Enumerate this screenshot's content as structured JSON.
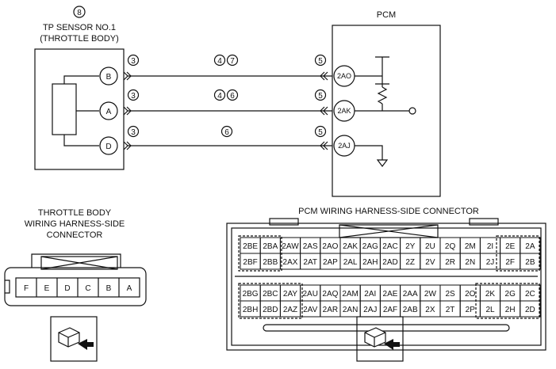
{
  "sensor": {
    "ref_number": "8",
    "title_line1": "TP SENSOR NO.1",
    "title_line2": "(THROTTLE BODY)",
    "pins": [
      "B",
      "A",
      "D"
    ]
  },
  "pcm": {
    "title": "PCM",
    "pins": [
      "2AO",
      "2AK",
      "2AJ"
    ]
  },
  "wires": [
    {
      "left_ref": "3",
      "mid_refs": [
        "4",
        "7"
      ],
      "right_ref": "5"
    },
    {
      "left_ref": "3",
      "mid_refs": [
        "4",
        "6"
      ],
      "right_ref": "5"
    },
    {
      "left_ref": "3",
      "mid_refs": [
        "6"
      ],
      "right_ref": "5"
    }
  ],
  "throttle_connector": {
    "title_lines": [
      "THROTTLE BODY",
      "WIRING HARNESS-SIDE",
      "CONNECTOR"
    ],
    "pins": [
      "F",
      "E",
      "D",
      "C",
      "B",
      "A"
    ]
  },
  "pcm_connector": {
    "title": "PCM WIRING HARNESS-SIDE CONNECTOR",
    "top_rows": [
      [
        "2BE",
        "2BA",
        "2AW",
        "2AS",
        "2AO",
        "2AK",
        "2AG",
        "2AC",
        "2Y",
        "2U",
        "2Q",
        "2M",
        "2I",
        "2E",
        "2A"
      ],
      [
        "2BF",
        "2BB",
        "2AX",
        "2AT",
        "2AP",
        "2AL",
        "2AH",
        "2AD",
        "2Z",
        "2V",
        "2R",
        "2N",
        "2J",
        "2F",
        "2B"
      ]
    ],
    "bottom_rows": [
      [
        "2BG",
        "2BC",
        "2AY",
        "2AU",
        "2AQ",
        "2AM",
        "2AI",
        "2AE",
        "2AA",
        "2W",
        "2S",
        "2O",
        "2K",
        "2G",
        "2C"
      ],
      [
        "2BH",
        "2BD",
        "2AZ",
        "2AV",
        "2AR",
        "2AN",
        "2AJ",
        "2AF",
        "2AB",
        "2X",
        "2T",
        "2P",
        "2L",
        "2H",
        "2D"
      ]
    ]
  }
}
